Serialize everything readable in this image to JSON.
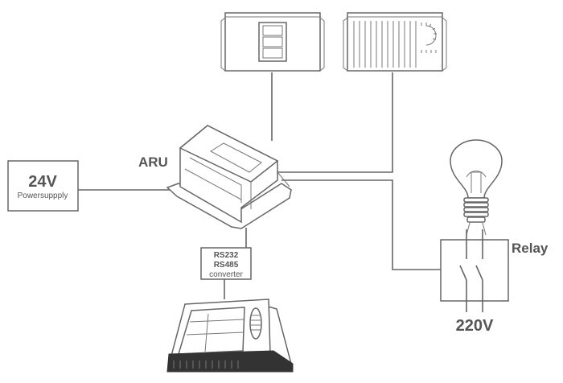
{
  "labels": {
    "aru": "ARU",
    "power_voltage": "24V",
    "power_caption": "Powersuppply",
    "converter_line1": "RS232",
    "converter_line2": "RS485",
    "converter_line3": "converter",
    "relay": "Relay",
    "mains_voltage": "220V"
  },
  "icons": {
    "aru_unit": "aru-device-icon",
    "module_top_left": "display-module-icon",
    "module_top_right": "thermostat-module-icon",
    "lamp": "light-bulb-icon",
    "switch": "relay-switch-icon",
    "terminal": "touch-panel-icon"
  },
  "colors": {
    "stroke": "#666666",
    "text": "#555555",
    "panel_base": "#333333"
  }
}
